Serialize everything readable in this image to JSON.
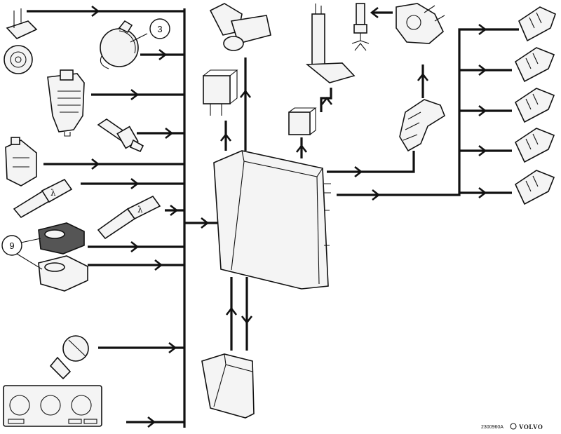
{
  "callouts": [
    "3",
    "9"
  ],
  "figure_ref": "2300960A",
  "brand": "VOLVO",
  "sensor_symbol": "λ",
  "icons": {
    "ecu": "engine-control-module-icon",
    "coil": "ignition-coil-icon",
    "injector": "fuel-injector-icon",
    "knock": "knock-sensor-icon",
    "lambda": "oxygen-sensor-icon"
  }
}
